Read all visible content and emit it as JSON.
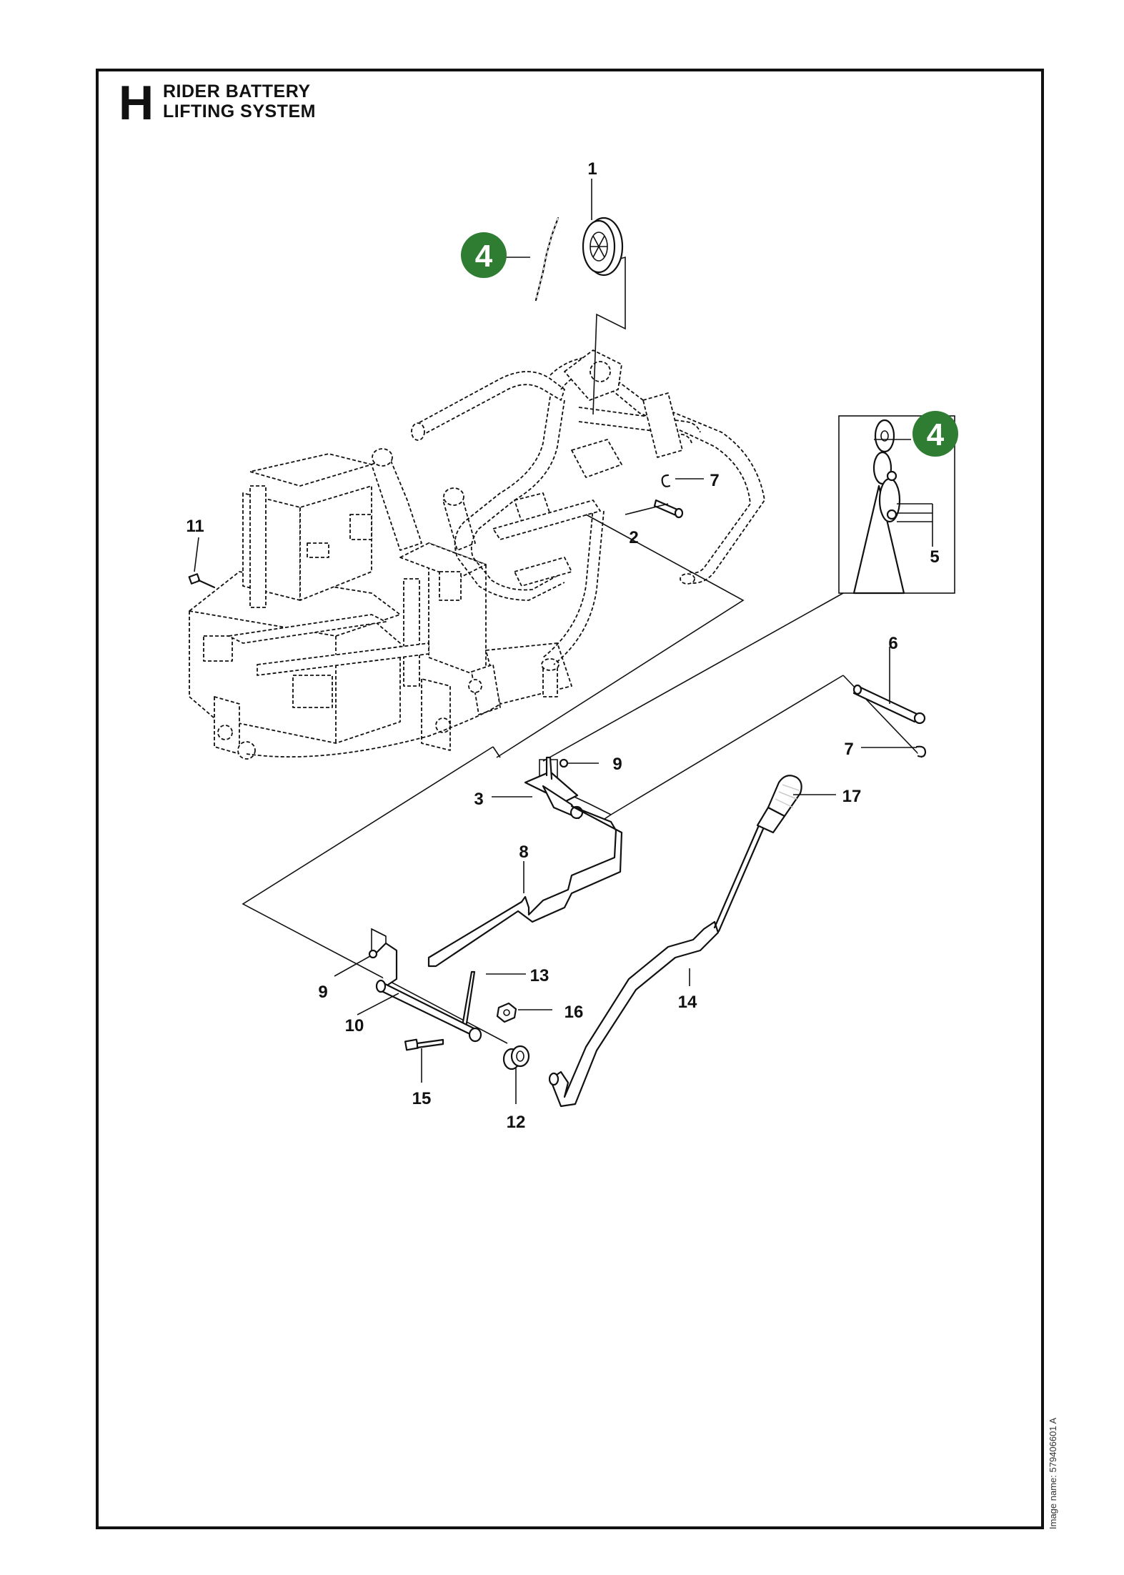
{
  "section": {
    "letter": "H",
    "title_line1": "RIDER BATTERY",
    "title_line2": "LIFTING SYSTEM"
  },
  "image_name": "Image name: 579406601 A",
  "colors": {
    "badge": "#2e7d32",
    "line": "#111111"
  },
  "badges": [
    {
      "id": "badge-main",
      "number": "4"
    },
    {
      "id": "badge-detail",
      "number": "4"
    }
  ],
  "callouts": [
    {
      "id": "c1",
      "number": "1"
    },
    {
      "id": "c2",
      "number": "2"
    },
    {
      "id": "c3",
      "number": "3"
    },
    {
      "id": "c5",
      "number": "5"
    },
    {
      "id": "c6",
      "number": "6"
    },
    {
      "id": "c7a",
      "number": "7"
    },
    {
      "id": "c7b",
      "number": "7"
    },
    {
      "id": "c8",
      "number": "8"
    },
    {
      "id": "c9a",
      "number": "9"
    },
    {
      "id": "c9b",
      "number": "9"
    },
    {
      "id": "c10",
      "number": "10"
    },
    {
      "id": "c11",
      "number": "11"
    },
    {
      "id": "c12",
      "number": "12"
    },
    {
      "id": "c13",
      "number": "13"
    },
    {
      "id": "c14",
      "number": "14"
    },
    {
      "id": "c15",
      "number": "15"
    },
    {
      "id": "c16",
      "number": "16"
    },
    {
      "id": "c17",
      "number": "17"
    }
  ]
}
